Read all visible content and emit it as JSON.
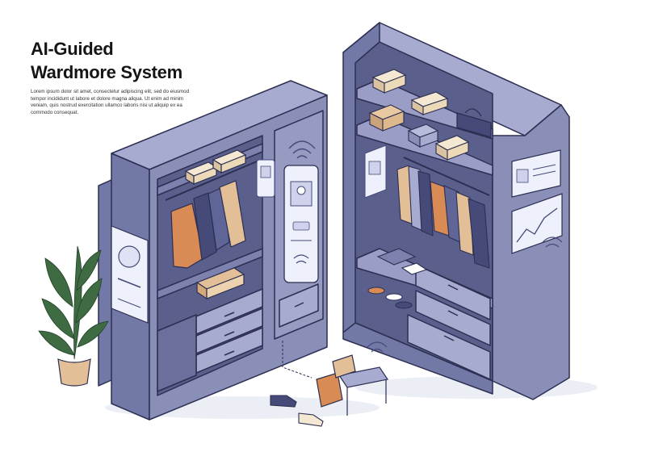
{
  "header": {
    "title_line1": "AI-Guided",
    "title_line2": "Wardmore System",
    "body": "Lorem ipsum dolor sit amet, consectetur adipiscing elit, sed do eiusmod tempor incididunt ut labore et dolore magna aliqua. Ut enim ad minim veniam, quis nostrud exercitation ullamco laboris nisi ut aliquip ex ea commodo consequat."
  },
  "colors": {
    "cabinet_front": "#8a8fb8",
    "cabinet_side": "#7379a6",
    "cabinet_top": "#a7abcf",
    "interior": "#5a5f8c",
    "outline": "#2c2f52",
    "panel": "#eef0fb",
    "clothing_orange": "#d98b55",
    "clothing_tan": "#e2bf97",
    "clothing_navy": "#454a78",
    "box_beige": "#ecd9b8",
    "plant_green": "#3f6b42"
  },
  "icons": [
    "wifi-signal-icon",
    "user-profile-icon",
    "chart-icon",
    "plant-icon",
    "shoe-icon",
    "handbag-icon"
  ]
}
